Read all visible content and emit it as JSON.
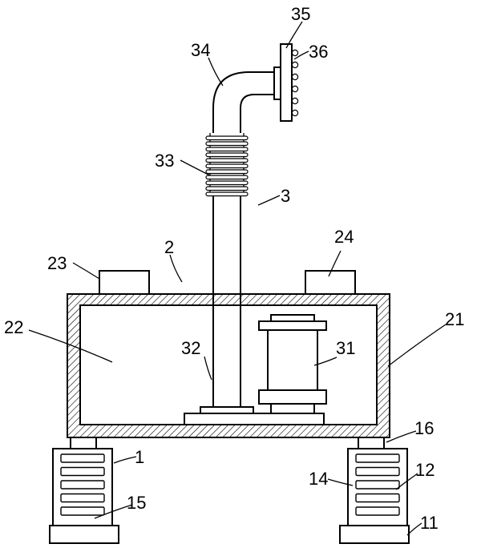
{
  "labels": {
    "l1": "1",
    "l2": "2",
    "l3": "3",
    "l11": "11",
    "l12": "12",
    "l14": "14",
    "l15": "15",
    "l16": "16",
    "l21": "21",
    "l22": "22",
    "l23": "23",
    "l24": "24",
    "l31": "31",
    "l32": "32",
    "l33": "33",
    "l34": "34",
    "l35": "35",
    "l36": "36"
  },
  "colors": {
    "line": "#000000",
    "background": "#ffffff"
  }
}
